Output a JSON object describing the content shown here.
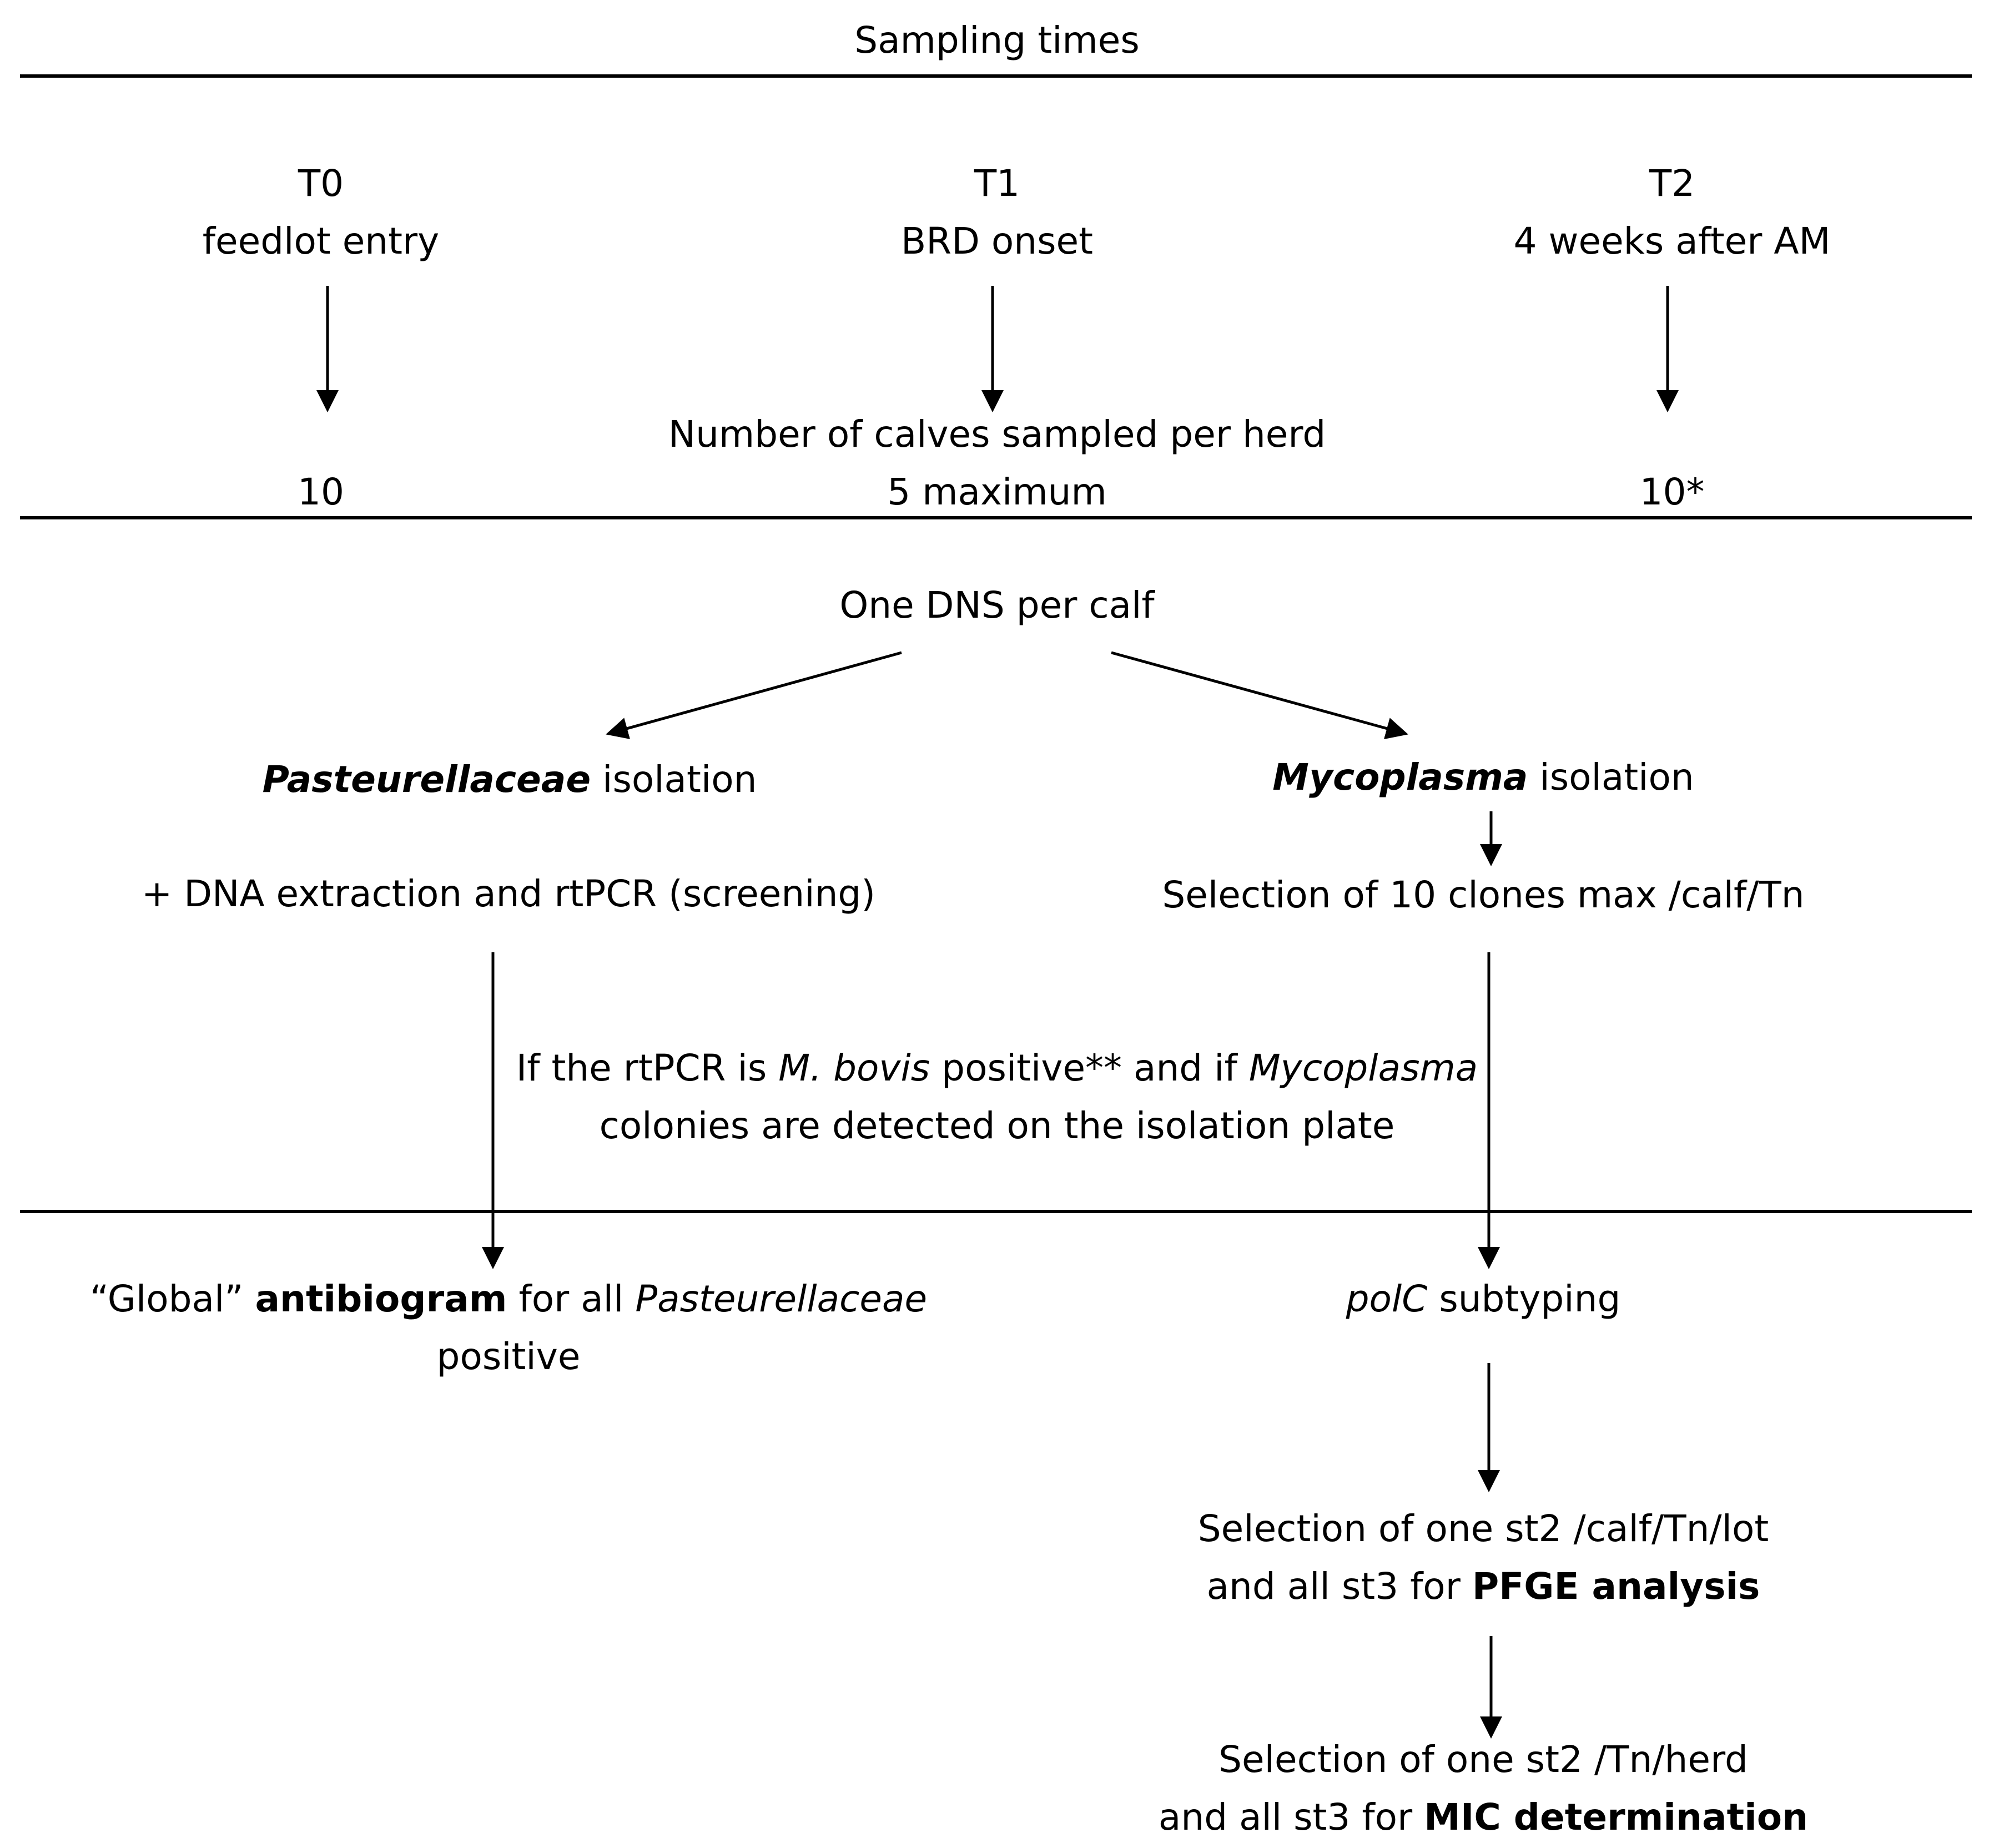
{
  "header": {
    "title": "Sampling times"
  },
  "times": [
    {
      "code": "T0",
      "label": "feedlot entry"
    },
    {
      "code": "T1",
      "label": "BRD onset"
    },
    {
      "code": "T2",
      "label": "4 weeks after AM"
    }
  ],
  "calves": {
    "heading": "Number of calves sampled per herd",
    "counts": [
      "10",
      "5 maximum",
      "10*"
    ]
  },
  "sampling": {
    "label": "One DNS per calf"
  },
  "left": {
    "isolation_taxon": "Pasteurellaceae",
    "isolation_word": "isolation",
    "screening": "+ DNA extraction and rtPCR (screening)",
    "result_quote": "“Global”",
    "result_bold": "antibiogram",
    "result_mid": "for all",
    "result_taxon": "Pasteurellaceae",
    "result_end": "positive"
  },
  "right": {
    "isolation_taxon": "Mycoplasma",
    "isolation_word": "isolation",
    "selection": "Selection of 10 clones max /calf/Tn",
    "subtyping_gene": "polC",
    "subtyping_word": "subtyping",
    "pfge_line1": "Selection of one st2 /calf/Tn/lot",
    "pfge_line2_pre": "and all st3 for",
    "pfge_line2_bold": "PFGE analysis",
    "mic_line1": "Selection of one st2 /Tn/herd",
    "mic_line2_pre": "and all st3 for",
    "mic_line2_bold": "MIC determination"
  },
  "condition": {
    "line1_a": "If the rtPCR is",
    "line1_taxon": "M. bovis",
    "line1_b": "positive** and if",
    "line1_taxon2": "Mycoplasma",
    "line2": "colonies are detected on the isolation plate"
  }
}
